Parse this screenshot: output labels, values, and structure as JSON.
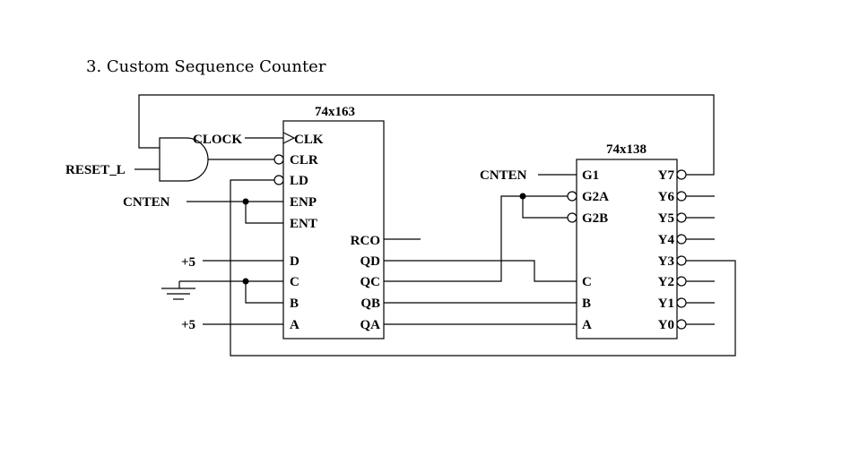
{
  "title": "3. Custom Sequence Counter",
  "chip1": {
    "name": "74x163",
    "pins_left": [
      "CLK",
      "CLR",
      "LD",
      "ENP",
      "ENT",
      "D",
      "C",
      "B",
      "A"
    ],
    "pins_right": [
      "RCO",
      "QD",
      "QC",
      "QB",
      "QA"
    ]
  },
  "chip2": {
    "name": "74x138",
    "pins_left": [
      "G1",
      "G2A",
      "G2B",
      "C",
      "B",
      "A"
    ],
    "pins_right": [
      "Y7",
      "Y6",
      "Y5",
      "Y4",
      "Y3",
      "Y2",
      "Y1",
      "Y0"
    ]
  },
  "signals": {
    "clock": "CLOCK",
    "reset": "RESET_L",
    "cnten_1": "CNTEN",
    "cnten_2": "CNTEN",
    "plus5_d": "+5",
    "plus5_a": "+5"
  }
}
